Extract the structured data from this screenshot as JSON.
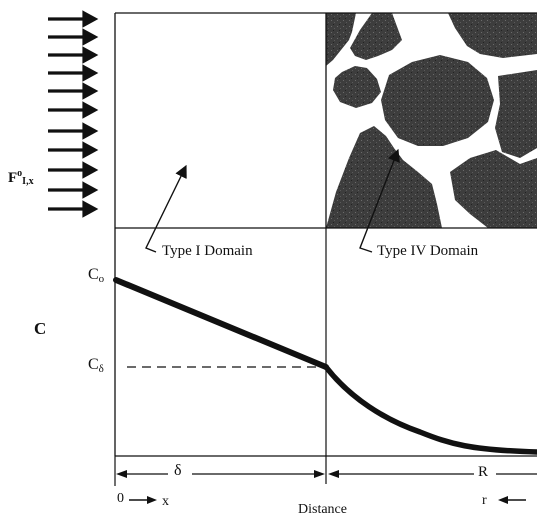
{
  "figure": {
    "flux_label": {
      "main": "F",
      "sup": "o",
      "sub": "I,x"
    },
    "domain_labels": {
      "type1": "Type I  Domain",
      "type4": "Type IV Domain"
    },
    "y_axis_label": "C",
    "c0": {
      "main": "C",
      "sub": "o"
    },
    "cdelta": {
      "main": "C",
      "sub": "δ"
    },
    "delta_label": "δ",
    "R_label": "R",
    "origin_label": "0",
    "x_label": "x",
    "distance_label": "Distance",
    "r_label": "r"
  },
  "colors": {
    "ink": "#111111",
    "matrix": "#3f3f3f",
    "paper": "#ffffff"
  }
}
